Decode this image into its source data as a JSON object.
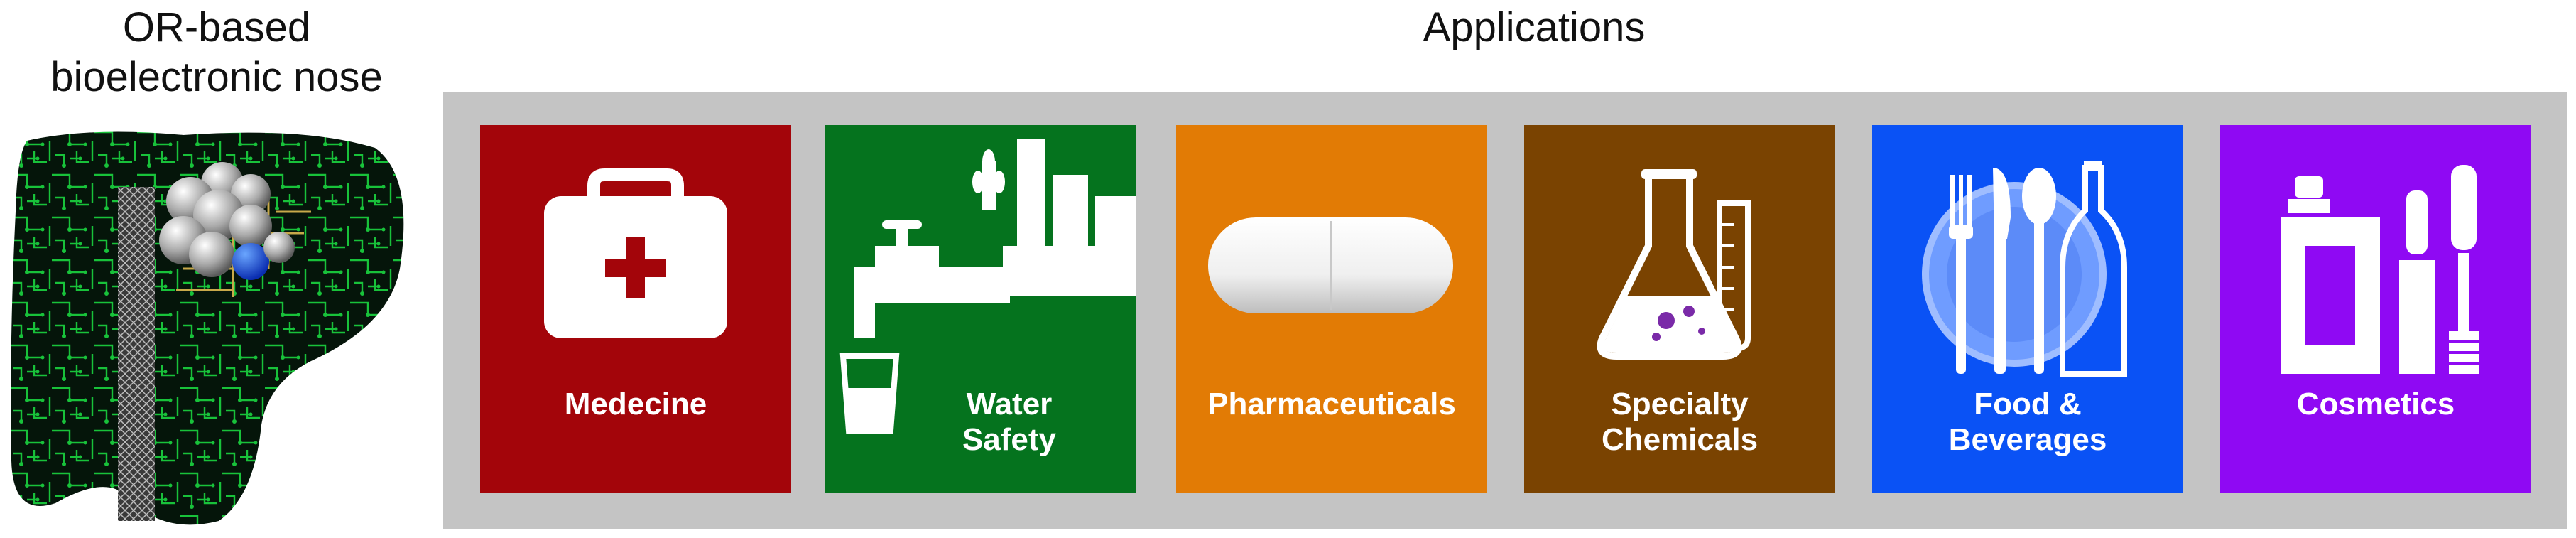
{
  "left_panel": {
    "title_lines": [
      "OR-based",
      "bioelectronic nose"
    ],
    "colors": {
      "board": "#05150a",
      "traces": "#18c23a",
      "gold": "#c8a94a"
    }
  },
  "applications": {
    "title": "Applications",
    "panel_color": "#c4c4c4",
    "tiles": [
      {
        "id": "medicine",
        "label_lines": [
          "Medecine"
        ],
        "color": "#a3050a",
        "icon": "first-aid-kit-icon"
      },
      {
        "id": "water-safety",
        "label_lines": [
          "Water",
          "Safety"
        ],
        "color": "#05731e",
        "icon": "faucet-grain-icon"
      },
      {
        "id": "pharmaceuticals",
        "label_lines": [
          "Pharmaceuticals"
        ],
        "color": "#e27b05",
        "icon": "pill-capsule-icon"
      },
      {
        "id": "specialty-chemicals",
        "label_lines": [
          "Specialty",
          "Chemicals"
        ],
        "color": "#7a4301",
        "icon": "flask-icon"
      },
      {
        "id": "food-beverages",
        "label_lines": [
          "Food &",
          "Beverages"
        ],
        "color": "#0a52f5",
        "icon": "plate-cutlery-icon"
      },
      {
        "id": "cosmetics",
        "label_lines": [
          "Cosmetics"
        ],
        "color": "#8f09f3",
        "icon": "perfume-lipstick-icon"
      }
    ]
  }
}
